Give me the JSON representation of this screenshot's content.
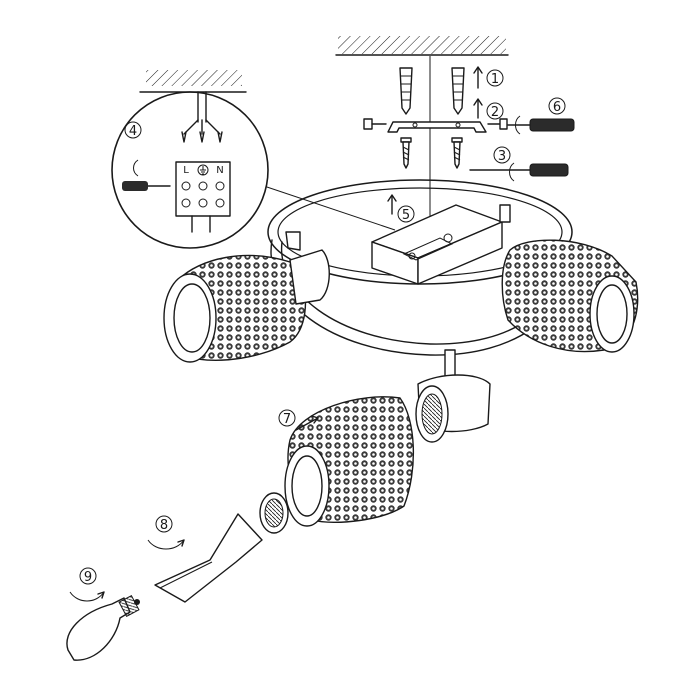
{
  "steps": [
    "1",
    "2",
    "3",
    "4",
    "5",
    "6",
    "7",
    "8",
    "9"
  ],
  "terminal_labels": {
    "live": "L",
    "neutral": "N",
    "earth": "earth-symbol-icon"
  },
  "colors": {
    "line": "#1a1a1a",
    "background": "#ffffff",
    "pattern": "#3a3a3a",
    "handle": "#2b2b2b"
  }
}
